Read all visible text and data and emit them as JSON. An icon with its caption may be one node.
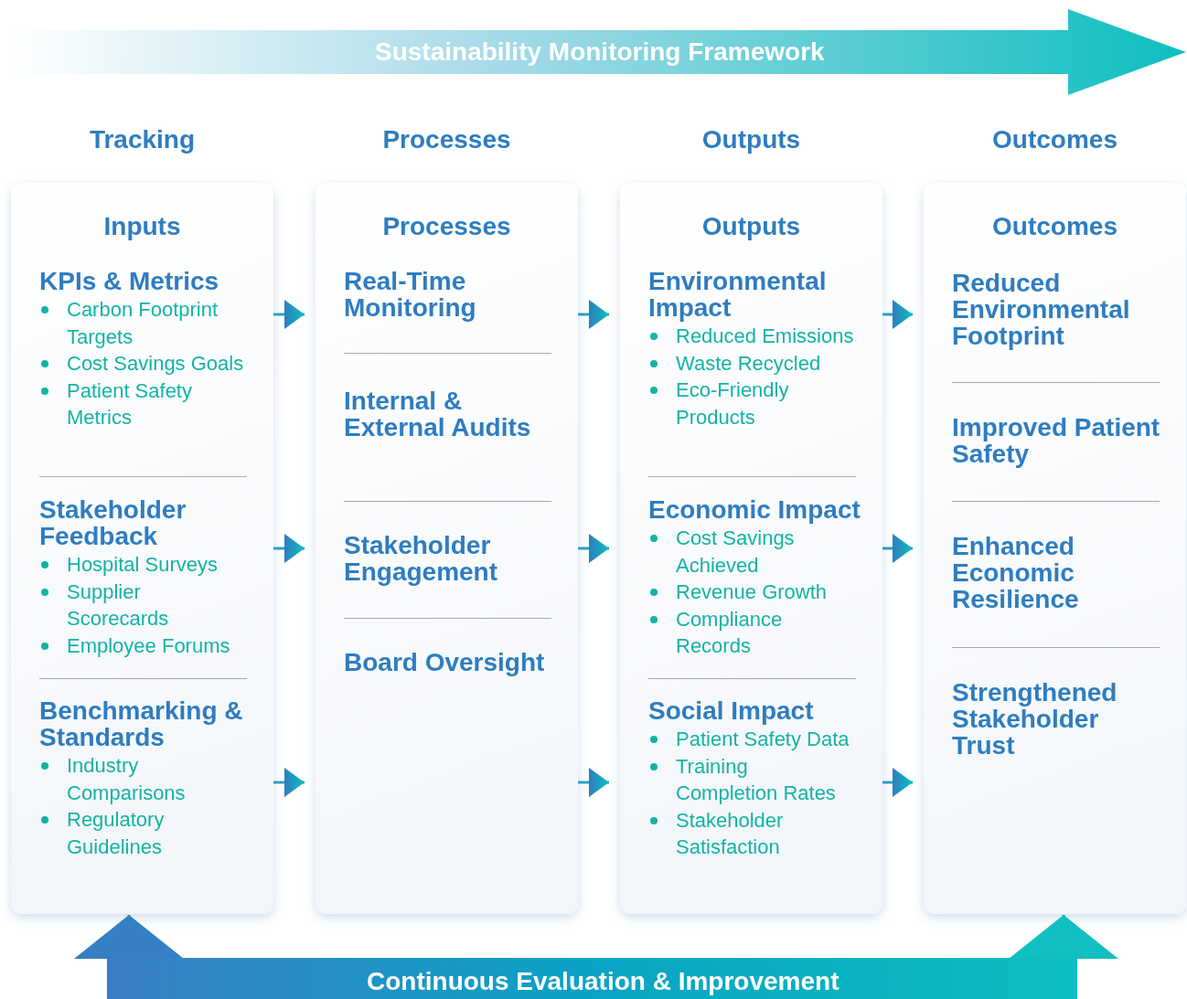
{
  "diagram": {
    "nodes": [
      {
        "text": [
          "Sustainability Monitoring Framework"
        ]
      },
      {
        "text": [
          "Inputs"
        ]
      },
      {
        "text": [
          "KPIs & Metrics",
          "Carbon Footprint Targets",
          "Cost Savings Goals",
          "Patient Safety Metrics"
        ],
        "in": 1
      },
      {
        "text": [
          "Stakeholder Feedback",
          "Hospital Surveys",
          "Supplier Scorecards",
          "Employee Forums"
        ],
        "in": 1
      },
      {
        "text": [
          "Benchmarking & Standards",
          "Industry Comparisons",
          "Regulatory Guidelines"
        ],
        "in": 1
      },
      {
        "text": [
          "Processes"
        ]
      },
      {
        "text": [
          "Real-Time Monitoring"
        ],
        "in": 5
      },
      {
        "text": [
          "Internal & External Audits"
        ],
        "in": 5
      },
      {
        "text": [
          "Stakeholder Engagement"
        ],
        "in": 5
      },
      {
        "text": [
          "Board Oversight"
        ],
        "in": 5
      },
      {
        "text": [
          "Outputs"
        ]
      },
      {
        "text": [
          "Environmental Impact",
          "Reduced Emissions",
          "Waste Recycled",
          "Eco-Friendly Products"
        ],
        "in": 10
      },
      {
        "text": [
          "Economic Impact",
          "Cost Savings Achieved",
          "Revenue Growth",
          "Compliance Records"
        ],
        "in": 10
      },
      {
        "text": [
          "Social Impact",
          "Patient Safety Data",
          "Training Completion Rates",
          "Stakeholder Satisfaction"
        ],
        "in": 10
      },
      {
        "text": [
          "Outcomes"
        ]
      },
      {
        "text": [
          "Reduced Environmental Footprint"
        ],
        "in": 14
      },
      {
        "text": [
          "Improved Patient Safety"
        ],
        "in": 14
      },
      {
        "text": [
          "Enhanced Economic Resilience"
        ],
        "in": 14
      },
      {
        "text": [
          "Strengthened Stakeholder Trust"
        ],
        "in": 14
      },
      {
        "text": [
          "Continuous Evaluation & Improvement"
        ]
      }
    ],
    "edges": [
      {
        "from": 1,
        "to": 5,
        "arrow": "to"
      },
      {
        "from": 5,
        "to": 10,
        "arrow": "to"
      },
      {
        "from": 10,
        "to": 14,
        "arrow": "to"
      },
      {
        "from": 1,
        "to": 5,
        "arrow": "to"
      },
      {
        "from": 5,
        "to": 10,
        "arrow": "to"
      },
      {
        "from": 10,
        "to": 14,
        "arrow": "to"
      },
      {
        "from": 1,
        "to": 5,
        "arrow": "to"
      },
      {
        "from": 5,
        "to": 10,
        "arrow": "to"
      },
      {
        "from": 10,
        "to": 14,
        "arrow": "to"
      },
      {
        "from": 19,
        "to": 1,
        "arrow": "to"
      },
      {
        "from": 19,
        "to": 14,
        "arrow": "to"
      }
    ],
    "labels": [
      "Tracking",
      "Processes",
      "Outputs",
      "Outcomes"
    ]
  }
}
